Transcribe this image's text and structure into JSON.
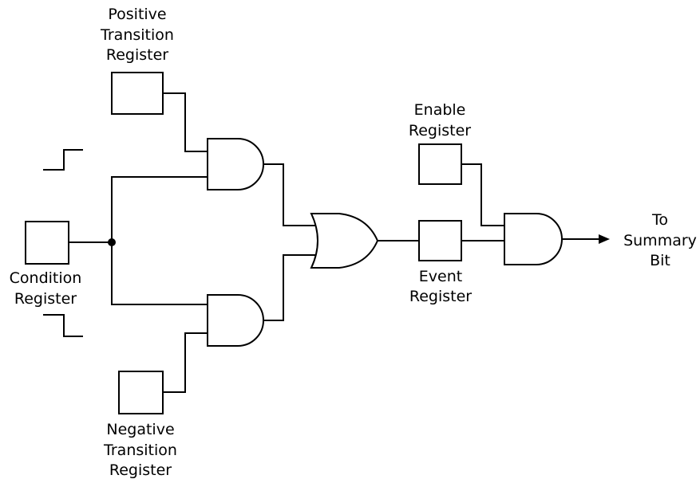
{
  "labels": {
    "positive_transition": [
      "Positive",
      "Transition",
      "Register"
    ],
    "negative_transition": [
      "Negative",
      "Transition",
      "Register"
    ],
    "condition": [
      "Condition",
      "Register"
    ],
    "enable": [
      "Enable",
      "Register"
    ],
    "event": [
      "Event",
      "Register"
    ],
    "summary": [
      "To",
      "Summary",
      "Bit"
    ]
  },
  "colors": {
    "line": "#000000",
    "background": "#ffffff"
  }
}
